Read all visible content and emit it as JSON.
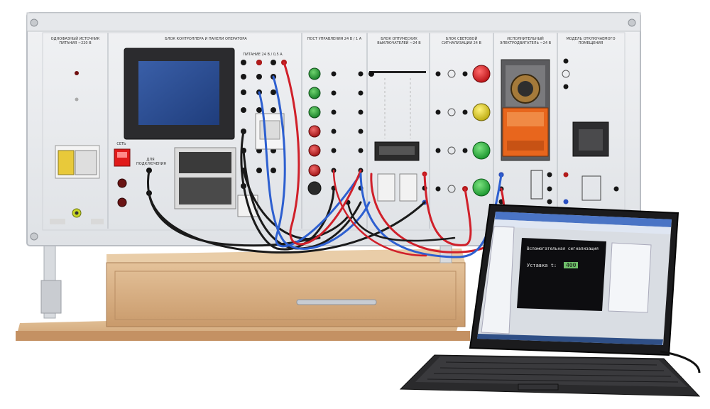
{
  "scene": {
    "description_colors": {
      "panel": "#e9ebee",
      "panel_border": "#b9bdc3",
      "wood": "#d9b58c",
      "wood_dark": "#b98d63",
      "laptop_body": "#1b1b1d",
      "red_lamp": "#d8191b",
      "yellow_lamp": "#d9c812",
      "green_lamp": "#26b43a",
      "wire_red": "#d0202a",
      "wire_blue": "#2d5fd0",
      "wire_black": "#1a1a1a"
    }
  },
  "panel_sections": {
    "power_supply": "ОДНОФАЗНЫЙ ИСТОЧНИК ПИТАНИЯ ~220 В",
    "controller": "БЛОК КОНТРОЛЛЕРА И ПАНЕЛИ ОПЕРАТОРА",
    "control_post": "ПОСТ УПРАВЛЕНИЯ 24 В / 1 А",
    "optical_switches": "БЛОК ОПТИЧЕСКИХ ВЫКЛЮЧАТЕЛЕЙ ~24 В",
    "light_signal": "БЛОК СВЕТОВОЙ СИГНАЛИЗАЦИИ 24 В",
    "actuator": "ИСПОЛНИТЕЛЬНЫЙ ЭЛЕКТРОДВИГАТЕЛЬ ~24 В",
    "thermal_model": "МОДЕЛЬ ОТКЛЮЧАЕМОГО ПОМЕЩЕНИЯ"
  },
  "panel_labels": {
    "power_inlet": "ПИТАНИЕ 24 В / 0,5 А",
    "network": "СЕТЬ",
    "remote": "ДЛЯ ПОДКЛЮЧЕНИЯ"
  },
  "laptop_screen": {
    "line1": "Вспомогательная сигнализация",
    "line2": "Уставка t:",
    "value": "400"
  }
}
